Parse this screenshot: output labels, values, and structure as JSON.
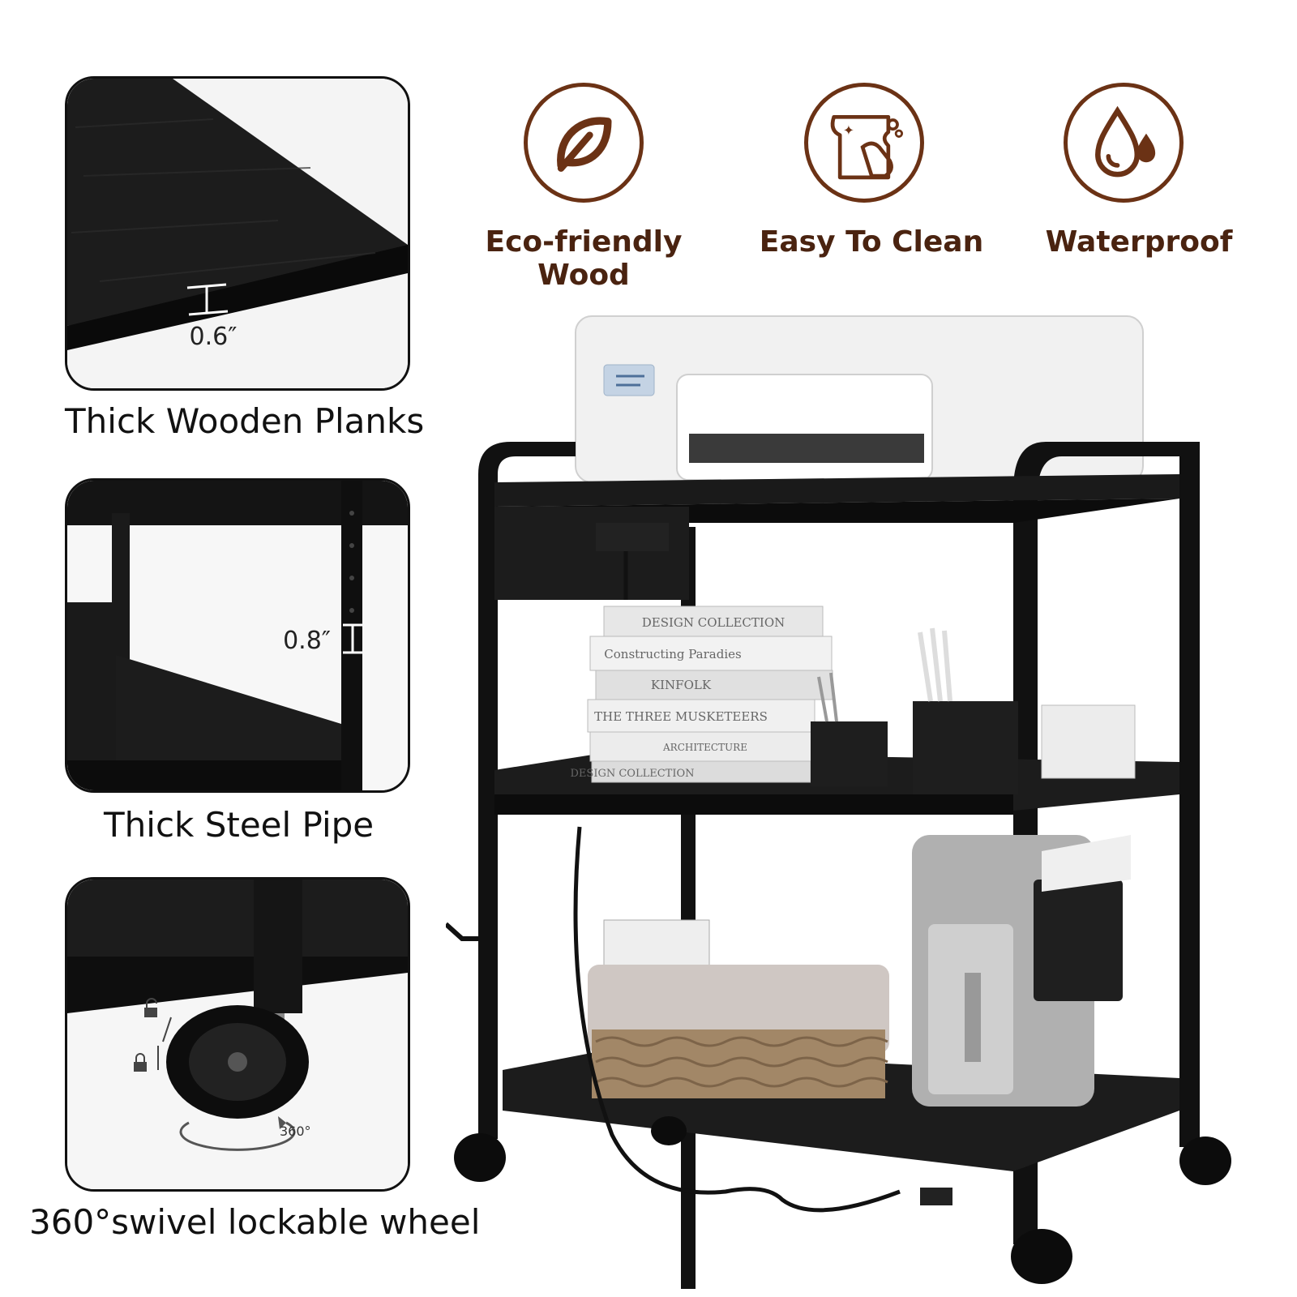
{
  "panels": {
    "planks": {
      "measure": "0.6″",
      "caption": "Thick Wooden Planks"
    },
    "pipe": {
      "measure": "0.8″",
      "caption": "Thick Steel Pipe"
    },
    "wheel": {
      "rotation": "360°",
      "caption": "360°swivel lockable wheel"
    }
  },
  "features": [
    {
      "icon": "leaf-icon",
      "label": "Eco-friendly Wood"
    },
    {
      "icon": "wipe-clean-icon",
      "label": "Easy To Clean"
    },
    {
      "icon": "water-drop-icon",
      "label": "Waterproof"
    }
  ],
  "books": [
    "DESIGN COLLECTION",
    "Constructing Paradies",
    "KINFOLK",
    "THE THREE MUSKETEERS",
    "ARCHITECTURE",
    "DESIGN COLLECTION"
  ],
  "colors": {
    "brand_brown": "#6b3215",
    "frame_black": "#111111"
  }
}
